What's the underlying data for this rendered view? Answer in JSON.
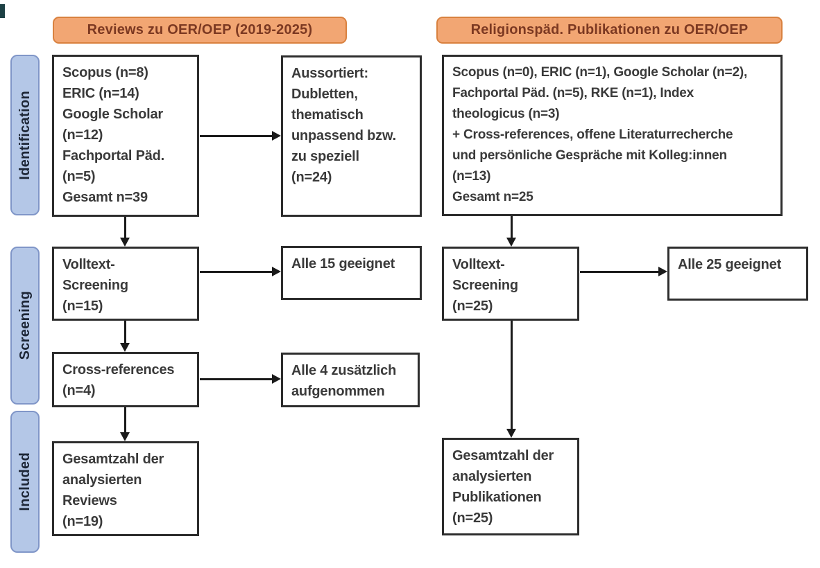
{
  "colors": {
    "header_fill": "#f2a673",
    "header_border": "#d9813f",
    "header_text": "#7c3922",
    "stage_fill": "#b4c7e7",
    "stage_border": "#8096c8",
    "box_border": "#2d2d2d",
    "arrow": "#1a1a1a"
  },
  "headers": {
    "left": "Reviews zu OER/OEP (2019-2025)",
    "right": "Religionspäd. Publikationen zu OER/OEP"
  },
  "sidebar": {
    "items": [
      {
        "label": "Identification"
      },
      {
        "label": "Screening"
      },
      {
        "label": "Included"
      }
    ]
  },
  "left_flow": {
    "sources": {
      "lines": [
        "Scopus (n=8)",
        "ERIC (n=14)",
        "Google Scholar",
        "(n=12)",
        "Fachportal Päd.",
        "(n=5)",
        "Gesamt n=39"
      ]
    },
    "excluded": {
      "lines": [
        "Aussortiert:",
        "Dubletten,",
        "thematisch",
        "unpassend bzw.",
        "zu speziell",
        "(n=24)"
      ]
    },
    "fulltext_screening": {
      "lines": [
        "Volltext-",
        "Screening",
        "(n=15)"
      ]
    },
    "fulltext_result": {
      "lines": [
        "Alle 15 geeignet"
      ]
    },
    "cross_references": {
      "lines": [
        "Cross-references",
        "(n=4)"
      ]
    },
    "cross_references_result": {
      "lines": [
        "Alle 4 zusätzlich",
        "aufgenommen"
      ]
    },
    "included_total": {
      "lines": [
        "Gesamtzahl der",
        "analysierten",
        "Reviews",
        "(n=19)"
      ]
    }
  },
  "right_flow": {
    "sources": {
      "lines": [
        "Scopus (n=0), ERIC (n=1), Google Scholar (n=2),",
        "Fachportal Päd. (n=5), RKE (n=1), Index",
        "theologicus (n=3)",
        "+ Cross-references, offene Literaturrecherche",
        "und persönliche Gespräche mit Kolleg:innen",
        "(n=13)",
        "Gesamt n=25"
      ]
    },
    "fulltext_screening": {
      "lines": [
        "Volltext-",
        "Screening",
        "(n=25)"
      ]
    },
    "fulltext_result": {
      "lines": [
        "Alle 25 geeignet"
      ]
    },
    "included_total": {
      "lines": [
        "Gesamtzahl der",
        "analysierten",
        "Publikationen",
        "(n=25)"
      ]
    }
  }
}
